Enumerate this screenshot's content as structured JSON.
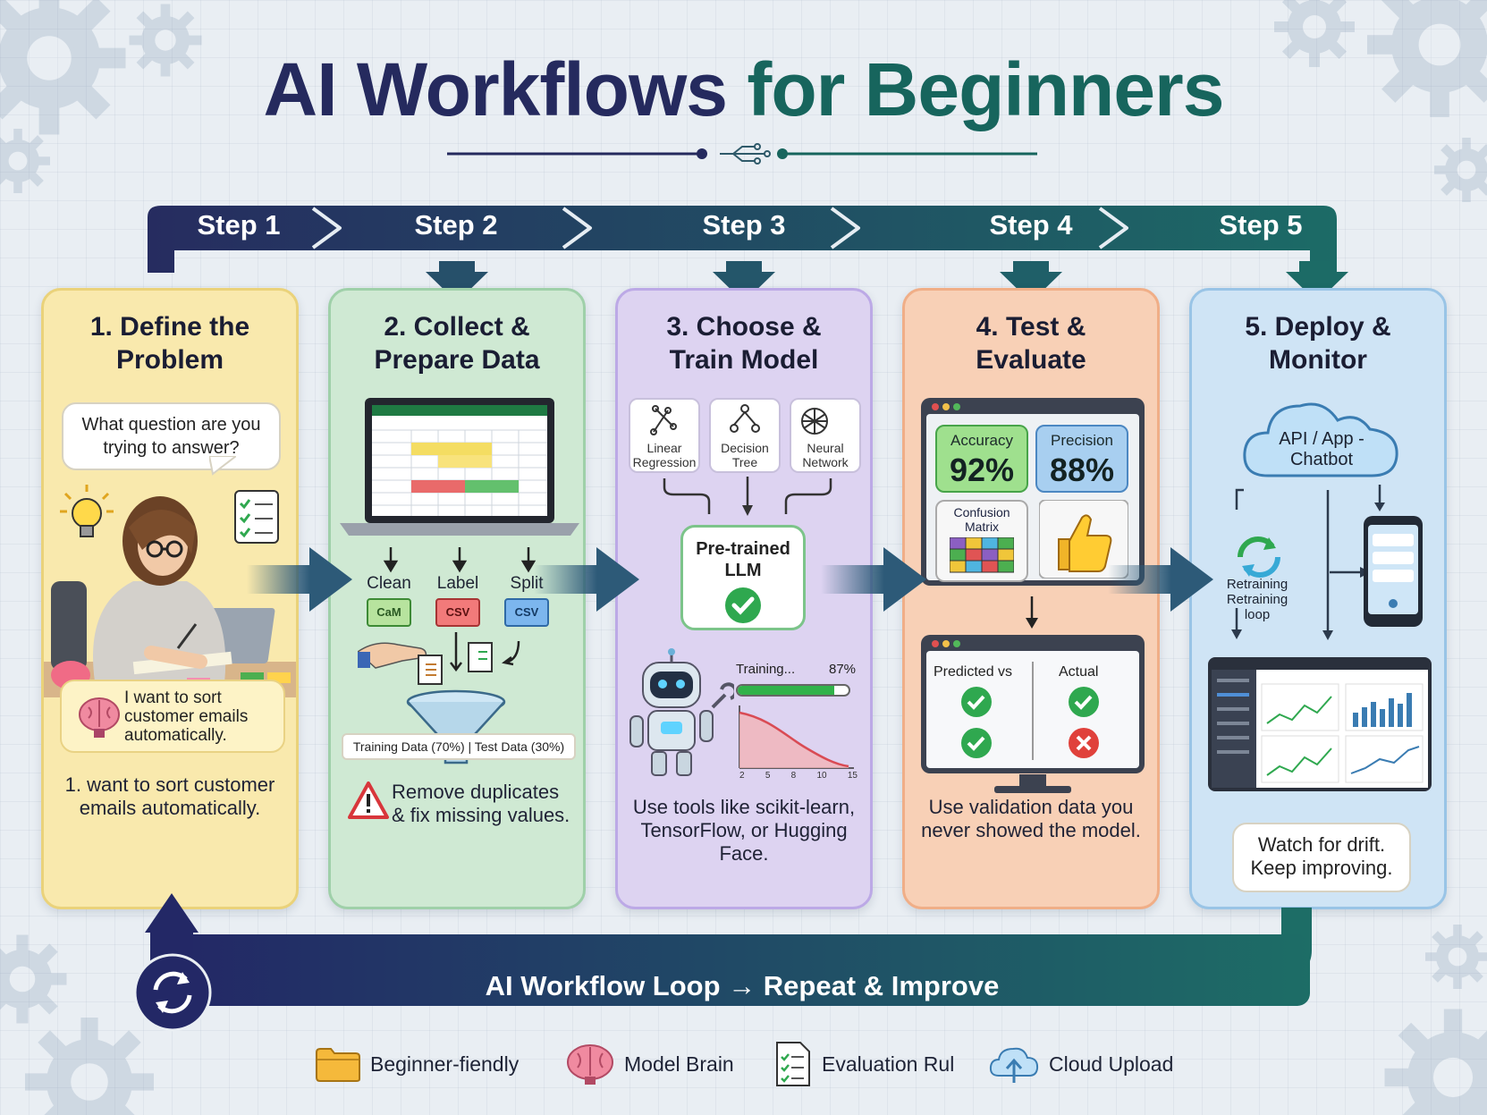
{
  "title": {
    "part1": "AI Workflows",
    "part2": "for Beginners"
  },
  "steps": [
    "Step 1",
    "Step 2",
    "Step 3",
    "Step 4",
    "Step 5"
  ],
  "cards": [
    {
      "title_line1": "1. Define the",
      "title_line2": "Problem",
      "question": "What question are you trying to answer?",
      "example": "I want to sort customer emails automatically.",
      "footer": "1. want to sort customer emails automatically."
    },
    {
      "title_line1": "2. Collect &",
      "title_line2": "Prepare Data",
      "stages": [
        "Clean",
        "Label",
        "Split"
      ],
      "tags": [
        "CaM",
        "CSV",
        "CSV"
      ],
      "split_note": "Training Data (70%) | Test Data (30%)",
      "footer": "Remove duplicates & fix missing values."
    },
    {
      "title_line1": "3. Choose &",
      "title_line2": "Train Model",
      "models": [
        "Linear Regression",
        "Decision Tree",
        "Neural Network"
      ],
      "pretrained": "Pre-trained LLM",
      "training_label": "Training...",
      "training_pct_text": "87%",
      "training_progress": 0.87,
      "loss_ticks": [
        "2",
        "5",
        "8",
        "10",
        "15"
      ],
      "footer": "Use tools like scikit-learn, TensorFlow, or Hugging Face."
    },
    {
      "title_line1": "4. Test &",
      "title_line2": "Evaluate",
      "metrics": [
        {
          "label": "Accuracy",
          "value": "92%"
        },
        {
          "label": "Precision",
          "value": "88%"
        }
      ],
      "confusion_label": "Confusion Matrix",
      "predicted_label": "Predicted vs",
      "actual_label": "Actual",
      "footer": "Use validation data you never showed the model."
    },
    {
      "title_line1": "5. Deploy &",
      "title_line2": "Monitor",
      "cloud_label": "API / App -Chatbot",
      "retrain_label": "Retraining Retraining loop",
      "footer": "Watch for drift. Keep improving."
    }
  ],
  "loop_text": "AI Workflow Loop → Repeat & Improve",
  "legend": [
    {
      "label": "Beginner-fiendly",
      "icon": "folder-icon"
    },
    {
      "label": "Model Brain",
      "icon": "brain-icon"
    },
    {
      "label": "Evaluation Rul",
      "icon": "document-icon"
    },
    {
      "label": "Cloud Upload",
      "icon": "cloud-upload-icon"
    }
  ],
  "colors": {
    "navy": "#252a5e",
    "teal": "#17655d",
    "card1": "#f9e9ad",
    "card2": "#cfe9d3",
    "card3": "#ddd3f1",
    "card4": "#f8d0b6",
    "card5": "#cfe4f5",
    "success": "#2fa84f",
    "error": "#e0413b"
  }
}
